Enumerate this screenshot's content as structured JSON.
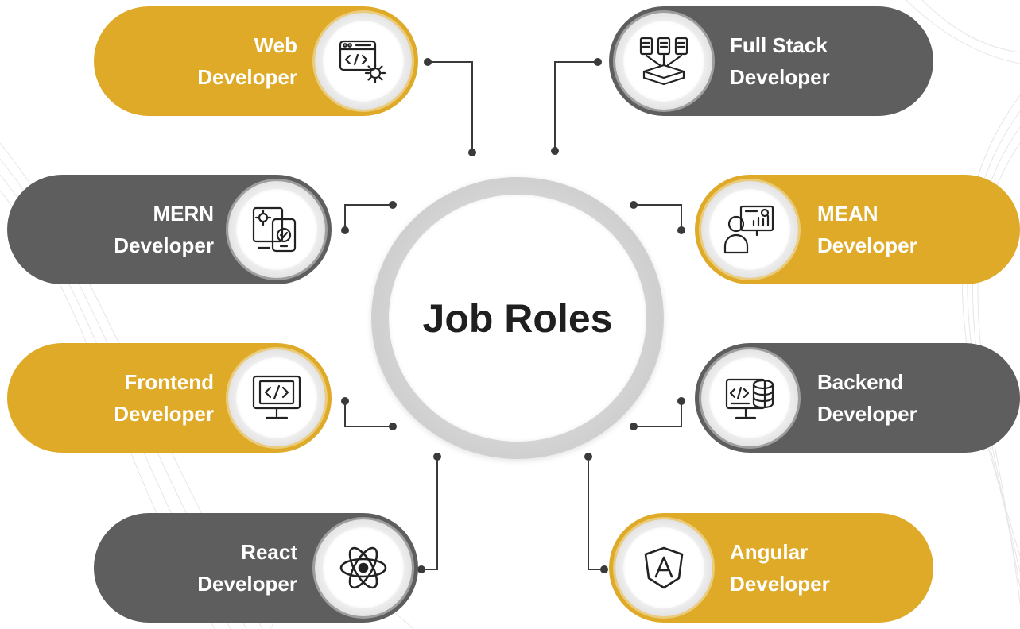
{
  "center": {
    "title": "Job Roles"
  },
  "colors": {
    "gold": "#deaa27",
    "gray": "#5e5e5e",
    "connector": "#3a3a3a"
  },
  "roles": [
    {
      "line1": "Web",
      "line2": "Developer",
      "icon": "web-code-settings-icon",
      "color": "gold"
    },
    {
      "line1": "Full Stack",
      "line2": "Developer",
      "icon": "server-stack-icon",
      "color": "gray"
    },
    {
      "line1": "MERN",
      "line2": "Developer",
      "icon": "devices-gear-icon",
      "color": "gray"
    },
    {
      "line1": "MEAN",
      "line2": "Developer",
      "icon": "analyst-dashboard-icon",
      "color": "gold"
    },
    {
      "line1": "Frontend",
      "line2": "Developer",
      "icon": "monitor-code-icon",
      "color": "gold"
    },
    {
      "line1": "Backend",
      "line2": "Developer",
      "icon": "database-code-icon",
      "color": "gray"
    },
    {
      "line1": "React",
      "line2": "Developer",
      "icon": "react-atom-icon",
      "color": "gray"
    },
    {
      "line1": "Angular",
      "line2": "Developer",
      "icon": "angular-shield-icon",
      "color": "gold"
    }
  ]
}
